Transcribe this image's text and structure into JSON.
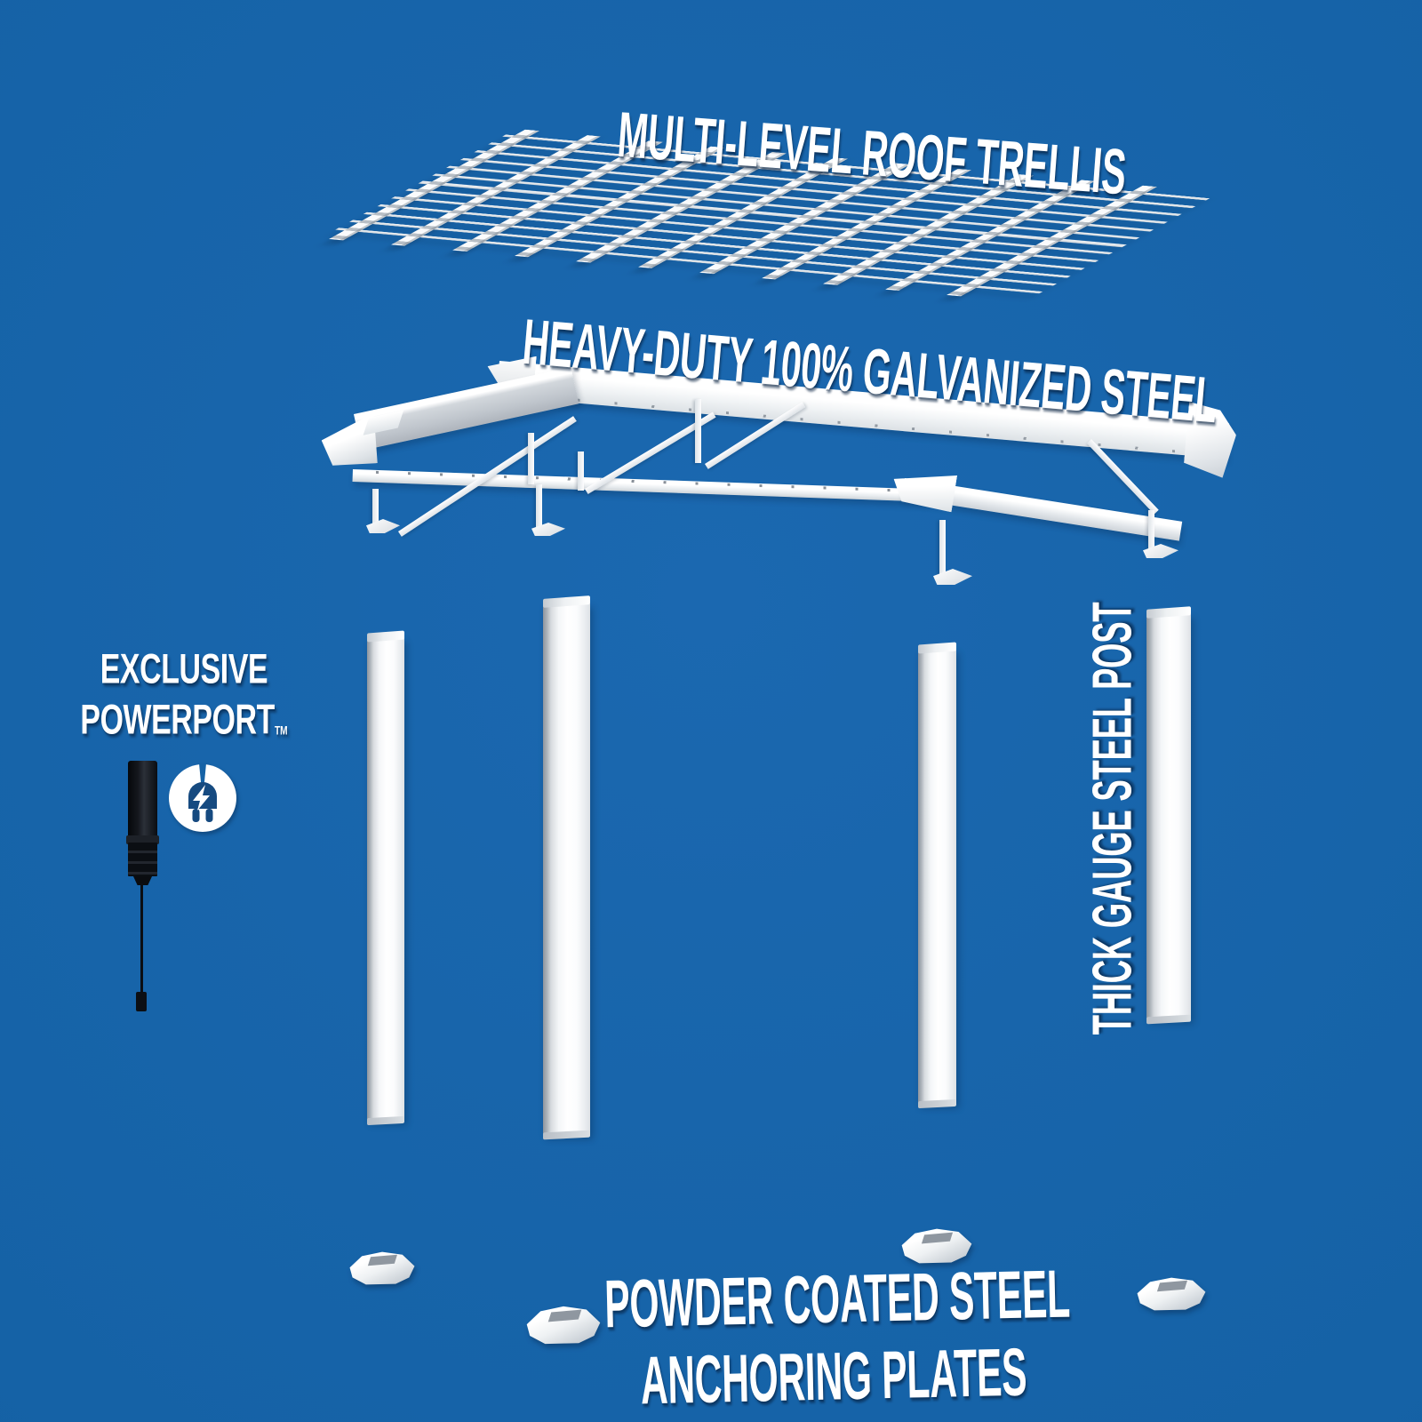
{
  "colors": {
    "background": "#1562a6",
    "label_text": "#ffffff",
    "label_shadow": "rgba(6,32,64,0.5)",
    "steel_white": "#ffffff",
    "steel_shade": "#b9bfc6",
    "plug_navy": "#164a80",
    "device_black": "#0c0f14"
  },
  "labels": {
    "roof": "MULTI-LEVEL ROOF TRELLIS",
    "steel": "HEAVY-DUTY 100% GALVANIZED STEEL",
    "powerport_line1": "EXCLUSIVE",
    "powerport_line2": "POWERPORT",
    "powerport_tm": "TM",
    "post": "THICK GAUGE STEEL POST",
    "anchor_line1": "POWDER COATED STEEL",
    "anchor_line2": "ANCHORING PLATES"
  },
  "icons": {
    "powerport": "lightning-plug-circle-icon"
  }
}
